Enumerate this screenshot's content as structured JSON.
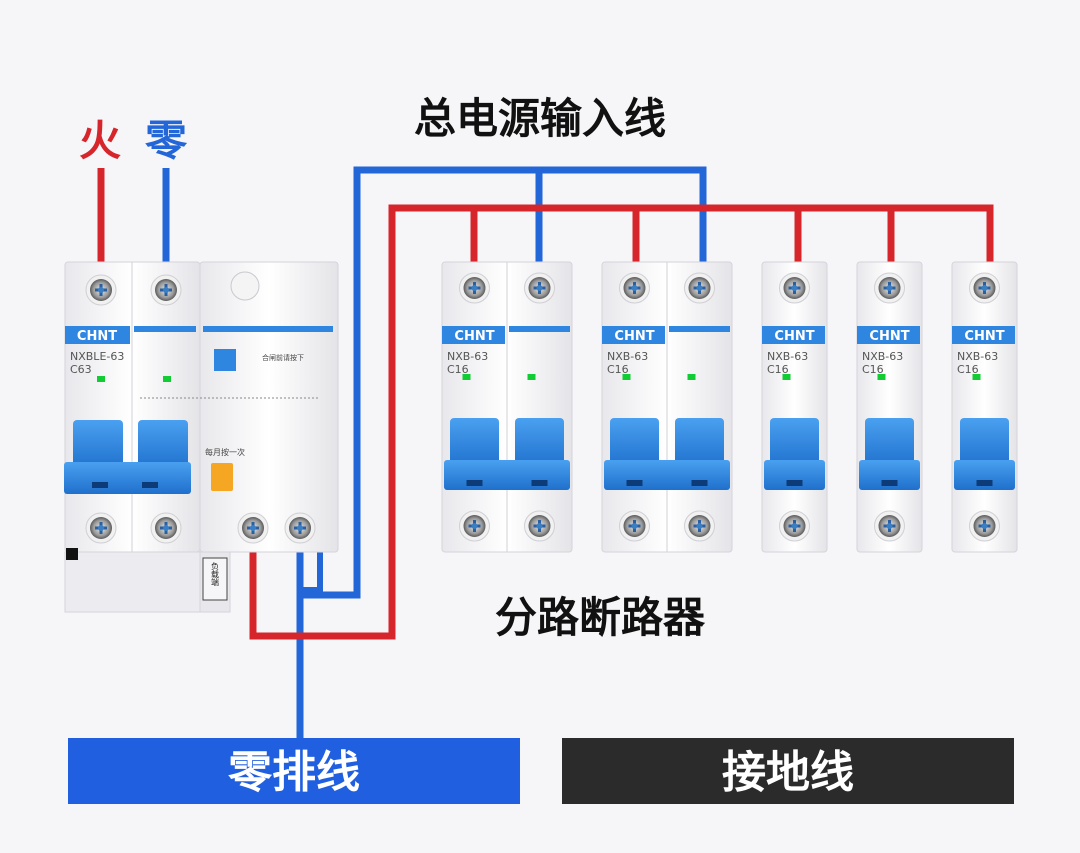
{
  "labels": {
    "live": "火",
    "neutral": "零",
    "main_input": "总电源输入线",
    "branch_breakers": "分路断路器",
    "neutral_bar": "零排线",
    "ground_bar": "接地线"
  },
  "breakers": {
    "main": {
      "brand": "CHNT",
      "model": "NXBLE-63",
      "rating": "C63",
      "leakage_note": "合闸前请按下",
      "test_note": "每月按一次",
      "leakage_side_tag": "负载端"
    },
    "branches": [
      {
        "brand": "CHNT",
        "model": "NXB-63",
        "rating": "C16",
        "poles": 2
      },
      {
        "brand": "CHNT",
        "model": "NXB-63",
        "rating": "C16",
        "poles": 2
      },
      {
        "brand": "CHNT",
        "model": "NXB-63",
        "rating": "C16",
        "poles": 1
      },
      {
        "brand": "CHNT",
        "model": "NXB-63",
        "rating": "C16",
        "poles": 1
      },
      {
        "brand": "CHNT",
        "model": "NXB-63",
        "rating": "C16",
        "poles": 1
      }
    ]
  },
  "colors": {
    "live_wire": "#d6252b",
    "neutral_wire": "#2366d8",
    "breaker_accent": "#2e86e0",
    "neutral_bar": "#1f5fe0",
    "ground_bar": "#2b2b2b"
  }
}
